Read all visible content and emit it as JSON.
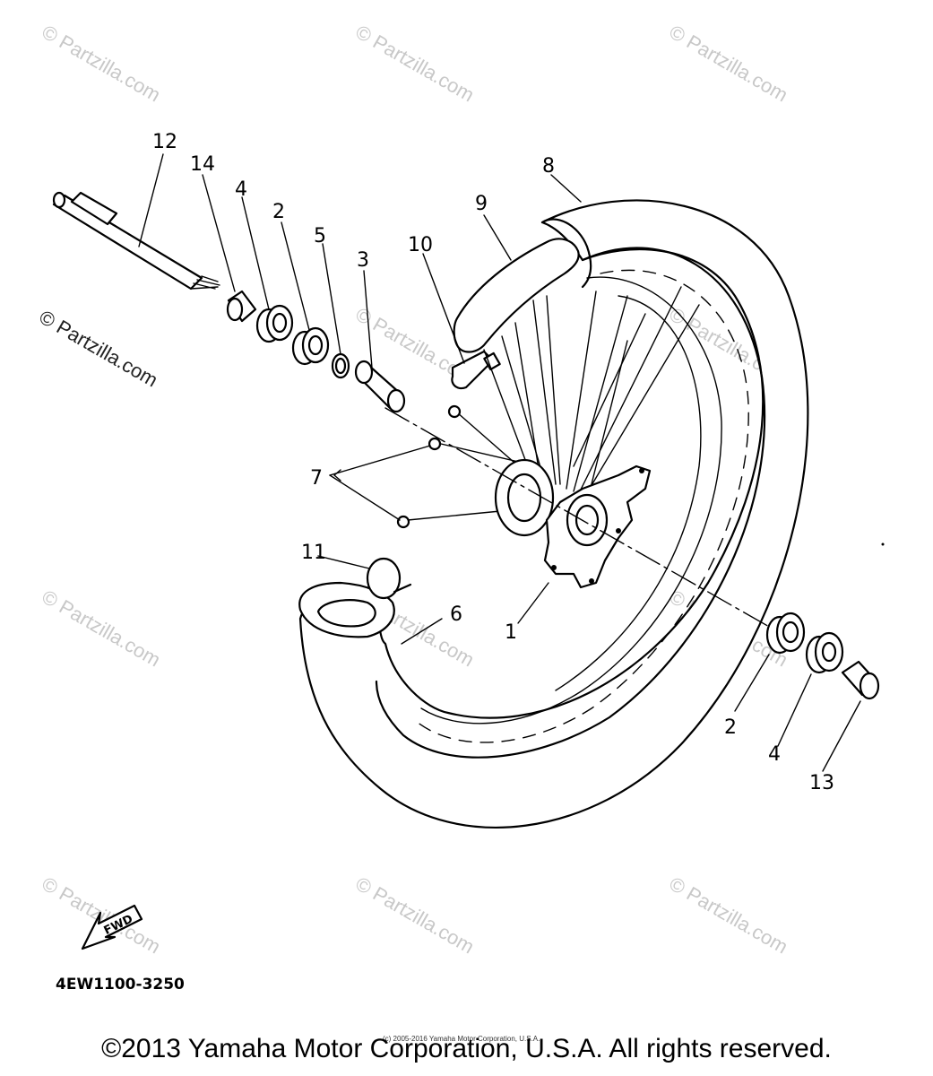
{
  "watermark": "© Partzilla.com",
  "callouts": {
    "c1": "1",
    "c2a": "2",
    "c2b": "2",
    "c3": "3",
    "c4a": "4",
    "c4b": "4",
    "c5": "5",
    "c6": "6",
    "c7": "7",
    "c8": "8",
    "c9": "9",
    "c10": "10",
    "c11": "11",
    "c12": "12",
    "c13": "13",
    "c14": "14"
  },
  "fwd_label": "FWD",
  "drawing_code": "4EW1100-3250",
  "footer": {
    "copyright": "©2013 Yamaha Motor Corporation, U.S.A. All rights reserved.",
    "small_copyright": "(c) 2005-2016 Yamaha Motor Corporation, U.S.A."
  }
}
